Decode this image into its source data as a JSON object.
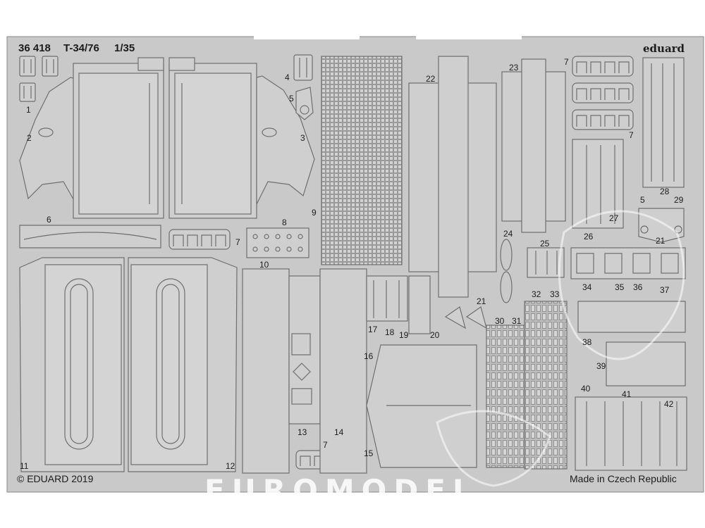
{
  "sheet": {
    "product_number": "36 418",
    "product_name": "T-34/76",
    "scale": "1/35",
    "brand": "eduard",
    "copyright": "© EDUARD 2019",
    "origin": "Made in Czech Republic",
    "watermark": "EUROMODEL"
  },
  "colors": {
    "background": "#ffffff",
    "fret": "#c9c9c9",
    "part_fill": "#cfcfcf",
    "part_outline": "#6f6f6f",
    "text": "#1c1c1c"
  },
  "part_labels": [
    "1",
    "2",
    "3",
    "4",
    "5",
    "6",
    "7",
    "8",
    "9",
    "10",
    "11",
    "12",
    "13",
    "14",
    "15",
    "16",
    "17",
    "18",
    "19",
    "20",
    "21",
    "22",
    "23",
    "24",
    "25",
    "26",
    "27",
    "28",
    "29",
    "30",
    "31",
    "32",
    "33",
    "34",
    "35",
    "36",
    "37",
    "38",
    "39",
    "40",
    "41",
    "42"
  ]
}
